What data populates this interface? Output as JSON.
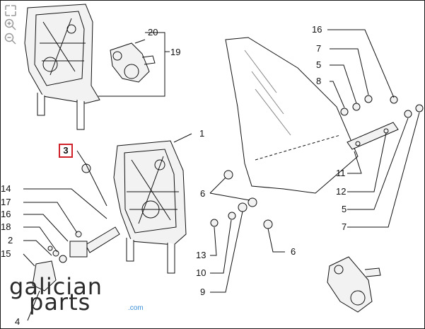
{
  "toolbar": {
    "icons": [
      "expand-icon",
      "zoom-in-icon",
      "zoom-out-icon"
    ]
  },
  "callout": {
    "label": "3",
    "border_color": "#d0202a"
  },
  "parts": {
    "p1": "1",
    "p2": "2",
    "p4": "4",
    "p5a": "5",
    "p5b": "5",
    "p6a": "6",
    "p6b": "6",
    "p7a": "7",
    "p7b": "7",
    "p8": "8",
    "p9": "9",
    "p10": "10",
    "p11": "11",
    "p12": "12",
    "p13": "13",
    "p14": "14",
    "p15": "15",
    "p16a": "16",
    "p16b": "16",
    "p17": "17",
    "p18": "18",
    "p19": "19",
    "p20": "20"
  },
  "watermark": {
    "line1": "galician",
    "line2": "parts",
    "domain": ".com",
    "domain_color": "#3a8fd8"
  }
}
